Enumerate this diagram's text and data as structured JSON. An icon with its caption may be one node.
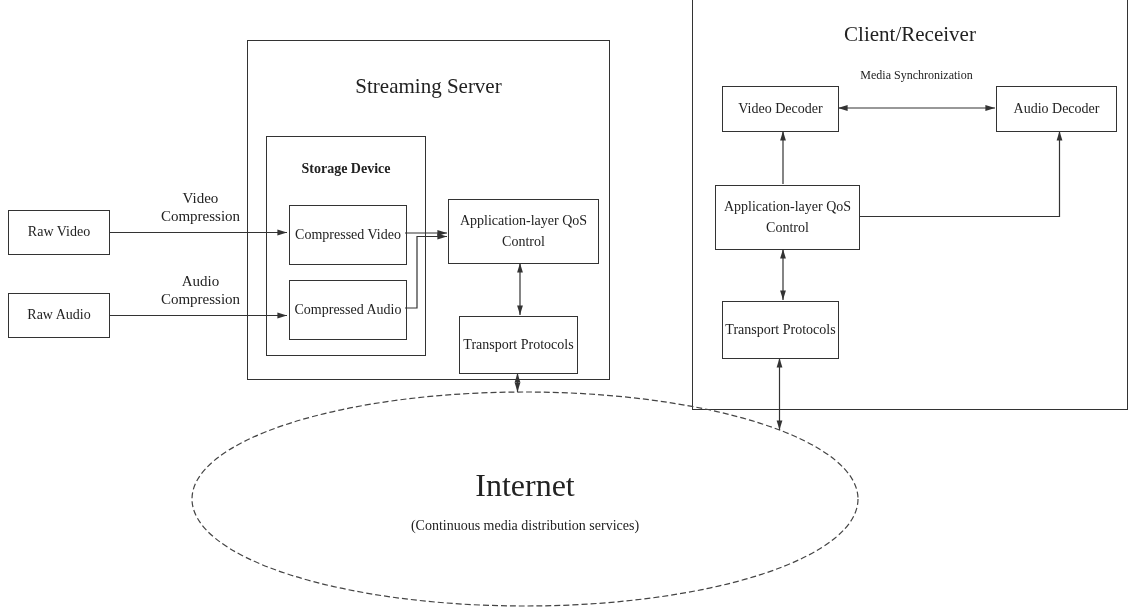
{
  "diagram": {
    "nodes": [
      {
        "text": [
          "Streaming Server"
        ]
      },
      {
        "text": [
          "Storage Device"
        ],
        "in": 0
      },
      {
        "text": [
          "Compressed Video"
        ],
        "in": 1
      },
      {
        "text": [
          "Compressed Audio"
        ],
        "in": 1
      },
      {
        "text": [
          "Application-layer QoS Control"
        ],
        "in": 0
      },
      {
        "text": [
          "Transport Protocols"
        ],
        "in": 0
      },
      {
        "text": [
          "Raw Video"
        ]
      },
      {
        "text": [
          "Raw Audio"
        ]
      },
      {
        "text": [
          "Client/Receiver"
        ]
      },
      {
        "text": [
          "Video Decoder"
        ],
        "in": 8
      },
      {
        "text": [
          "Audio Decoder"
        ],
        "in": 8
      },
      {
        "text": [
          "Application-layer QoS Control"
        ],
        "in": 8
      },
      {
        "text": [
          "Transport Protocols"
        ],
        "in": 8
      },
      {
        "text": [
          "Internet",
          "(Continuous media distribution services)"
        ]
      }
    ],
    "edges": [
      {
        "from": 6,
        "to": 2,
        "arrow": "to",
        "label": "Video Compression"
      },
      {
        "from": 7,
        "to": 3,
        "arrow": "to",
        "label": "Audio Compression"
      },
      {
        "from": 2,
        "to": 4,
        "arrow": "to"
      },
      {
        "from": 3,
        "to": 4,
        "arrow": "to"
      },
      {
        "from": 4,
        "to": 5,
        "arrow": "both"
      },
      {
        "from": 5,
        "to": 13,
        "arrow": "both"
      },
      {
        "from": 11,
        "to": 9,
        "arrow": "to"
      },
      {
        "from": 11,
        "to": 10,
        "arrow": "to"
      },
      {
        "from": 9,
        "to": 10,
        "arrow": "both",
        "label": "Media Synchronization"
      },
      {
        "from": 11,
        "to": 12,
        "arrow": "both"
      },
      {
        "from": 12,
        "to": 13,
        "arrow": "both"
      }
    ]
  }
}
